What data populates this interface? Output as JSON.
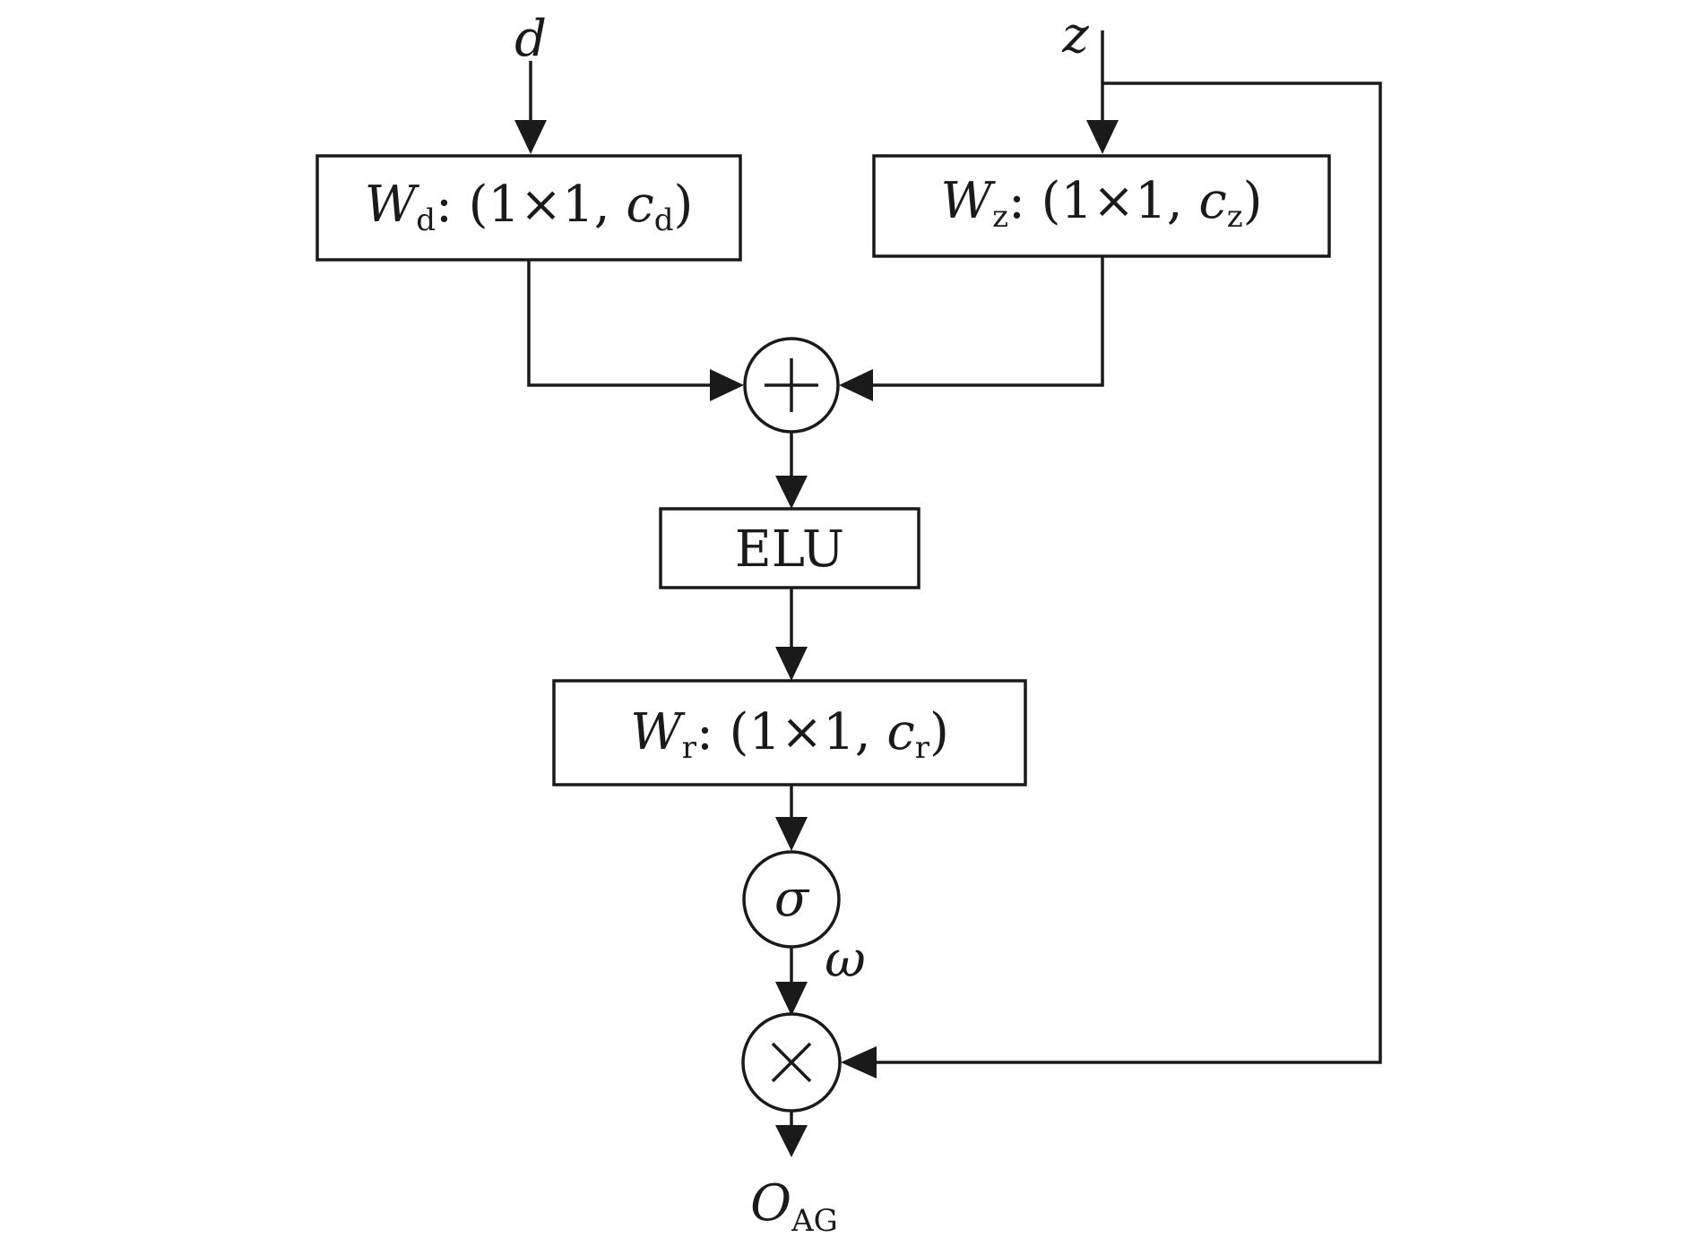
{
  "inputs": {
    "d": "d",
    "z": "z"
  },
  "boxes": {
    "wd": {
      "symbol": "W",
      "subscript": "d",
      "params": ": (1×1, ",
      "channel": "c",
      "channel_sub": "d",
      "close": ")"
    },
    "wz": {
      "symbol": "W",
      "subscript": "z",
      "params": ": (1×1, ",
      "channel": "c",
      "channel_sub": "z",
      "close": ")"
    },
    "elu": {
      "label": "ELU"
    },
    "wr": {
      "symbol": "W",
      "subscript": "r",
      "params": ": (1×1, ",
      "channel": "c",
      "channel_sub": "r",
      "close": ")"
    }
  },
  "nodes": {
    "sigma": "σ",
    "omega": "ω"
  },
  "output": {
    "symbol": "O",
    "subscript": "AG"
  }
}
